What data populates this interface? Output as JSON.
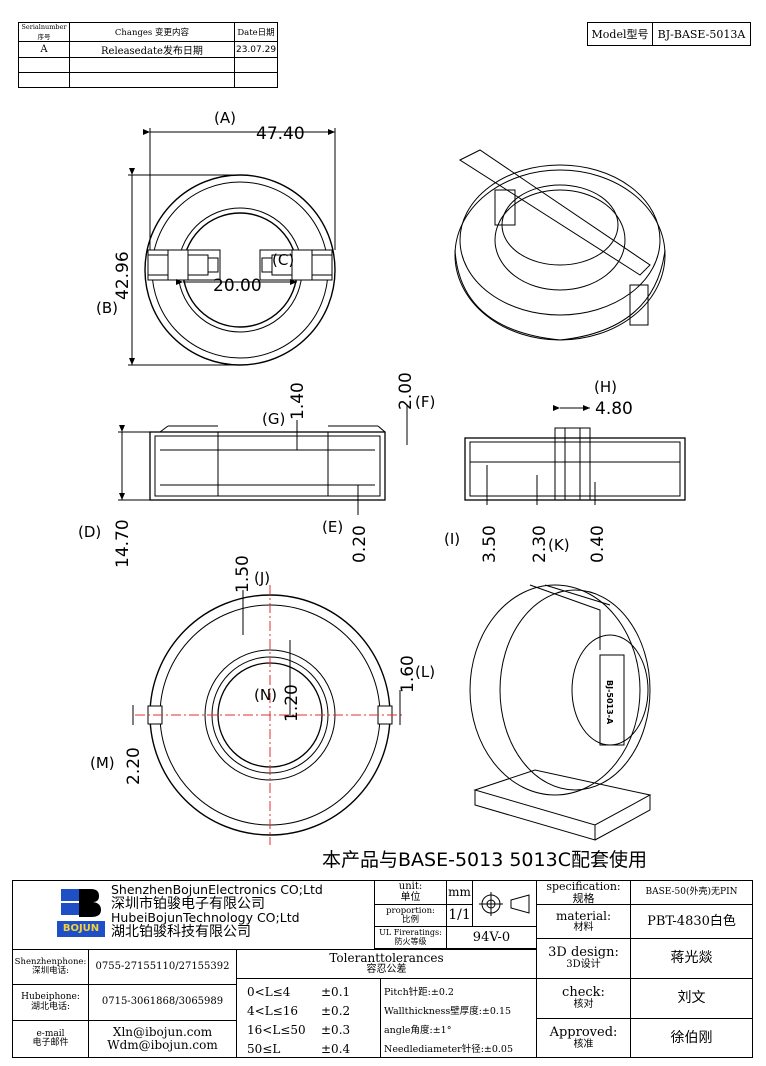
{
  "revision_table": {
    "headers": [
      "Serialnumber序号",
      "Changes 变更内容",
      "Date日期"
    ],
    "rows": [
      [
        "A",
        "Releasedate发布日期",
        "23.07.29"
      ],
      [
        "",
        "",
        ""
      ],
      [
        "",
        "",
        ""
      ]
    ]
  },
  "model": {
    "label": "Model型号",
    "value": "BJ-BASE-5013A"
  },
  "dimensions": {
    "A": "(A)",
    "A_val": "47.40",
    "B": "(B)",
    "B_val": "42.96",
    "C": "(C)",
    "C_val": "20.00",
    "D": "(D)",
    "D_val": "14.70",
    "E": "(E)",
    "E_val": "0.20",
    "F": "(F)",
    "F_val": "2.00",
    "G": "(G)",
    "G_val": "1.40",
    "H": "(H)",
    "H_val": "4.80",
    "I": "(I)",
    "I_val": "3.50",
    "K": "(K)",
    "K_val": "2.30",
    "K2_val": "0.40",
    "J": "(J)",
    "J_val": "1.50",
    "L": "(L)",
    "L_val": "1.60",
    "N": "(N)",
    "N_val": "1.20",
    "M": "(M)",
    "M_val": "2.20"
  },
  "part_marking": "BJ-5013-A",
  "note": "本产品与BASE-5013 5013C配套使用",
  "company": {
    "name_en1": "ShenzhenBojunElectronics CO;Ltd",
    "name_cn1": "深圳市铂骏电子有限公司",
    "name_en2": "HubeiBojunTechnology CO;Ltd",
    "name_cn2": "湖北铂骏科技有限公司",
    "logo_text": "BOJUN"
  },
  "unit": {
    "label": "unit:",
    "label_cn": "单位",
    "value": "mm"
  },
  "proportion": {
    "label": "proportion:",
    "label_cn": "比例",
    "value": "1/1"
  },
  "ul": {
    "label": "UL Fireratings:",
    "label_cn": "防火等级",
    "value": "94V-0"
  },
  "specification": {
    "label": "specification:",
    "label_cn": "规格",
    "value": "BASE-50(外壳)无PIN"
  },
  "material": {
    "label": "material:",
    "label_cn": "材料",
    "value": "PBT-4830白色"
  },
  "design": {
    "label": "3D design:",
    "label_cn": "3D设计",
    "value": "蒋光燚"
  },
  "check": {
    "label": "check:",
    "label_cn": "核对",
    "value": "刘文"
  },
  "approved": {
    "label": "Approved:",
    "label_cn": "核准",
    "value": "徐伯刚"
  },
  "contacts": [
    {
      "label": "Shenzhenphone:",
      "label_cn": "深圳电话:",
      "value": "0755-27155110/27155392"
    },
    {
      "label": "Hubeiphone:",
      "label_cn": "湖北电话:",
      "value": "0715-3061868/3065989"
    },
    {
      "label": "e-mail",
      "label_cn": "电子邮件",
      "value1": "Xln@ibojun.com",
      "value2": "Wdm@ibojun.com"
    }
  ],
  "tolerances": {
    "title": "Toleranttolerances",
    "title_cn": "容忍公差",
    "ranges": [
      [
        "0<L≤4",
        "±0.1"
      ],
      [
        "4<L≤16",
        "±0.2"
      ],
      [
        "16<L≤50",
        "±0.3"
      ],
      [
        "50≤L",
        "±0.4"
      ]
    ],
    "specs": [
      "Pitch针距:±0.2",
      "Wallthickness壁厚度:±0.15",
      "angle角度:±1°",
      "Needlediameter针径:±0.05"
    ]
  }
}
